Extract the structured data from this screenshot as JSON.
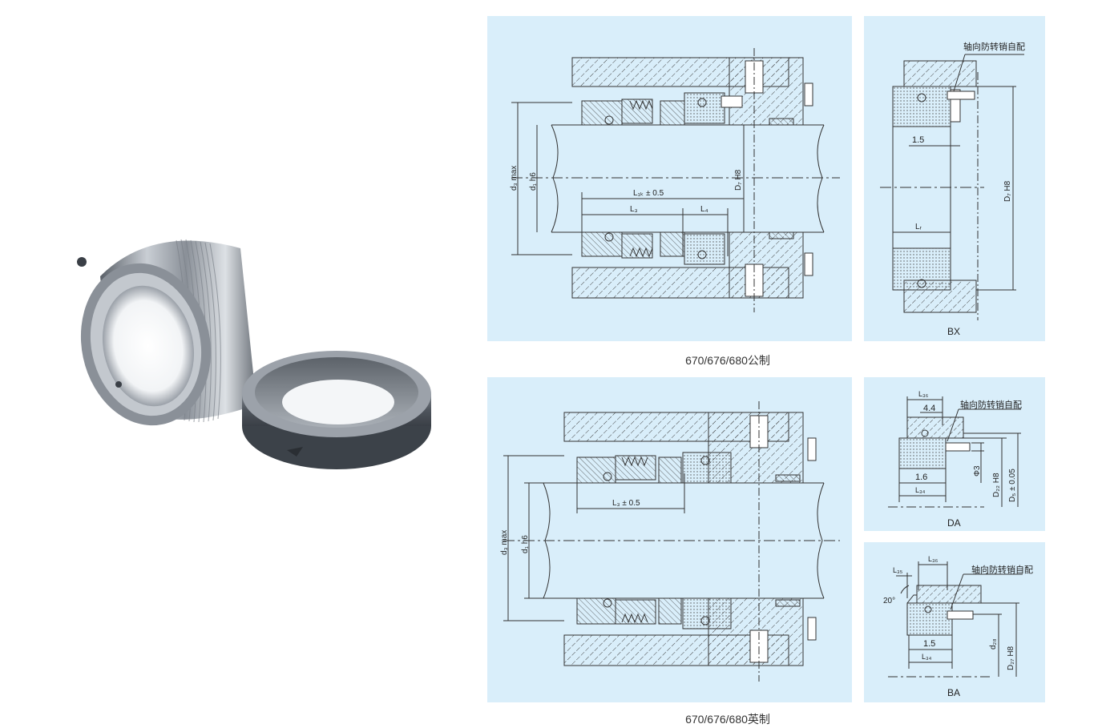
{
  "metric": {
    "caption": "670/676/680公制",
    "labels": {
      "d3max": "d₃ max",
      "d1h6": "d₁ h6",
      "d7h8": "D₇ H8",
      "l1k": "L₁ₖ ± 0.5",
      "l3": "L₃",
      "l4": "L₄"
    }
  },
  "imperial": {
    "caption": "670/676/680英制",
    "labels": {
      "d3max": "d₃ max",
      "d1h6": "d₁ h6",
      "l3": "L₃ ± 0.5"
    }
  },
  "bx": {
    "title": "BX",
    "note": "轴向防转销自配",
    "dim_15": "1.5",
    "d7h8": "D₇ H8",
    "lr": "Lᵣ"
  },
  "da": {
    "title": "DA",
    "note": "轴向防转销自配",
    "l36": "L₃₆",
    "dim_44": "4.4",
    "dim_16": "1.6",
    "l34": "L₃₄",
    "phi3": "Φ3",
    "d22h8": "D₂₂ H8",
    "d5": "D₅ ± 0.05"
  },
  "ba": {
    "title": "BA",
    "note": "轴向防转销自配",
    "l35": "L₃₅",
    "l36": "L₃₆",
    "angle": "20°",
    "dim_15": "1.5",
    "l34": "L₃₄",
    "d28": "d₂₈",
    "d27h8": "D₂₇ H8"
  },
  "colors": {
    "panel": "#d9eefa",
    "line": "#333333",
    "metal_dark": "#4a5058",
    "metal_light": "#d5d9de"
  }
}
